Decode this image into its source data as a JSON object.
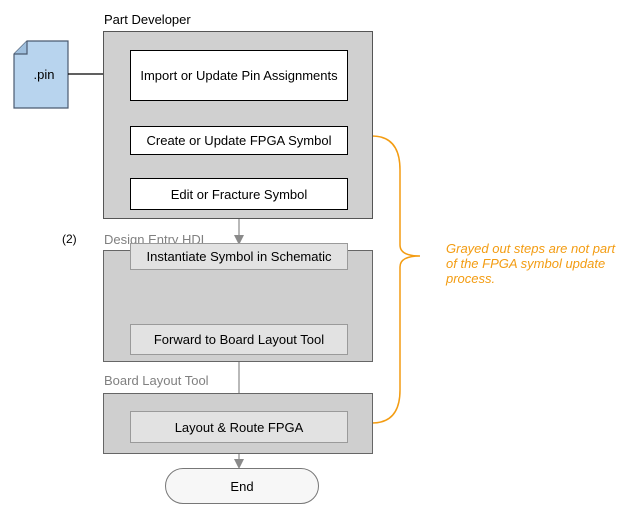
{
  "sections": {
    "part_developer": "Part Developer",
    "design_entry": "Design Entry HDL",
    "board_layout": "Board Layout Tool"
  },
  "footnote": "(2)",
  "file": {
    "label": ".pin",
    "icon": "document-icon"
  },
  "steps": {
    "import": "Import or Update Pin Assignments",
    "create": "Create or Update FPGA Symbol",
    "edit": "Edit or Fracture Symbol",
    "instantiate": "Instantiate Symbol in Schematic",
    "forward": "Forward to Board Layout Tool",
    "layout": "Layout & Route FPGA"
  },
  "end_label": "End",
  "note": {
    "line1": "Grayed out steps are not part",
    "line2": "of the FPGA symbol update",
    "line3": "process."
  },
  "colors": {
    "note": "#f39c12",
    "panel": "#d0d0d0",
    "dim_step": "#e2e2e2",
    "file_fill": "#b8d4ee"
  }
}
